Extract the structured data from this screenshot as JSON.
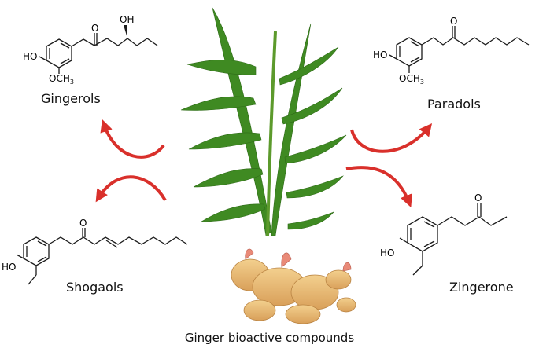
{
  "caption": "Ginger bioactive compounds",
  "compounds": {
    "gingerols": {
      "name": "Gingerols",
      "ho": "HO",
      "oh": "OH",
      "o": "O",
      "ome": "OCH",
      "ome_sub": "3"
    },
    "shogaols": {
      "name": "Shogaols",
      "ho": "HO",
      "o": "O"
    },
    "paradols": {
      "name": "Paradols",
      "ho": "HO",
      "o": "O",
      "ome": "OCH",
      "ome_sub": "3"
    },
    "zingerone": {
      "name": "Zingerone",
      "ho": "HO",
      "o": "O"
    }
  },
  "colors": {
    "arrow": "#d9302b",
    "bond": "#1a1a1a",
    "leaf": "#3f8a22",
    "stem": "#5c9a2c",
    "rhizome": "#e6b36a"
  }
}
